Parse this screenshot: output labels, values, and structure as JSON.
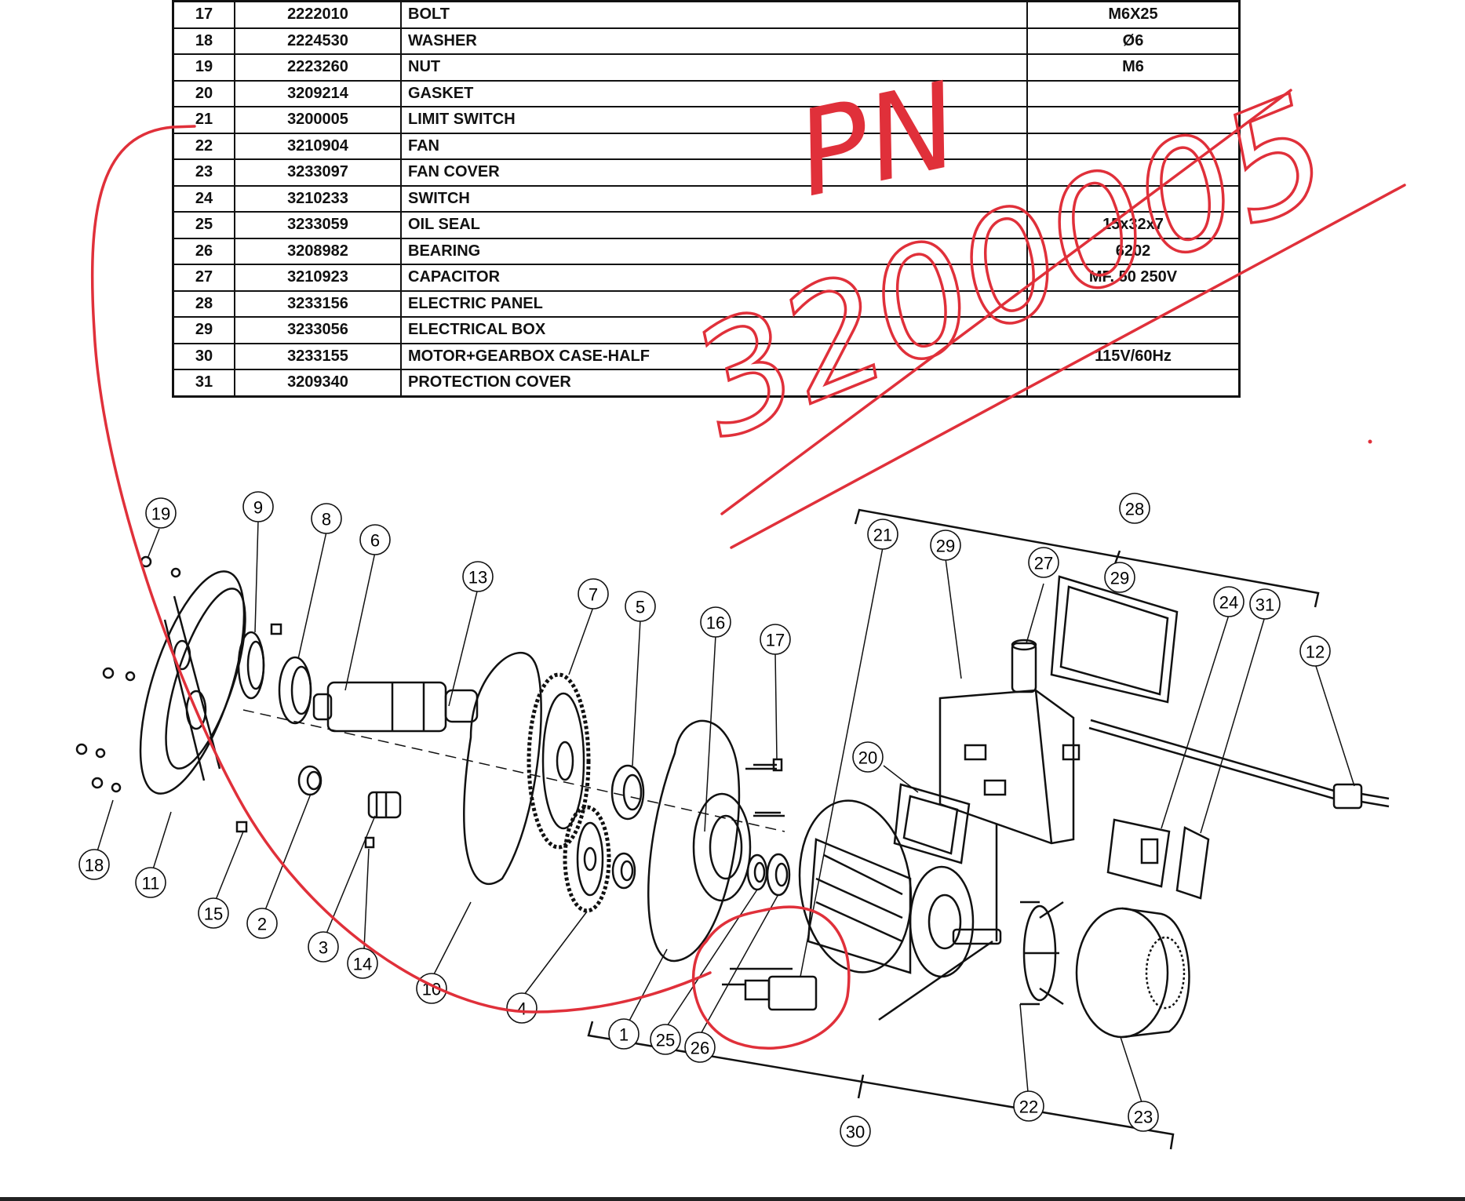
{
  "table": {
    "rows": [
      {
        "item": "17",
        "part_no": "2222010",
        "description": "BOLT",
        "spec": "M6X25"
      },
      {
        "item": "18",
        "part_no": "2224530",
        "description": "WASHER",
        "spec": "Ø6"
      },
      {
        "item": "19",
        "part_no": "2223260",
        "description": "NUT",
        "spec": "M6"
      },
      {
        "item": "20",
        "part_no": "3209214",
        "description": "GASKET",
        "spec": ""
      },
      {
        "item": "21",
        "part_no": "3200005",
        "description": "LIMIT SWITCH",
        "spec": ""
      },
      {
        "item": "22",
        "part_no": "3210904",
        "description": "FAN",
        "spec": ""
      },
      {
        "item": "23",
        "part_no": "3233097",
        "description": "FAN COVER",
        "spec": ""
      },
      {
        "item": "24",
        "part_no": "3210233",
        "description": "SWITCH",
        "spec": ""
      },
      {
        "item": "25",
        "part_no": "3233059",
        "description": "OIL SEAL",
        "spec": "15x32x7"
      },
      {
        "item": "26",
        "part_no": "3208982",
        "description": "BEARING",
        "spec": "6202"
      },
      {
        "item": "27",
        "part_no": "3210923",
        "description": "CAPACITOR",
        "spec": "MF. 50 250V"
      },
      {
        "item": "28",
        "part_no": "3233156",
        "description": "ELECTRIC PANEL",
        "spec": ""
      },
      {
        "item": "29",
        "part_no": "3233056",
        "description": "ELECTRICAL BOX",
        "spec": ""
      },
      {
        "item": "30",
        "part_no": "3233155",
        "description": "MOTOR+GEARBOX CASE-HALF",
        "spec": "115V/60Hz"
      },
      {
        "item": "31",
        "part_no": "3209340",
        "description": "PROTECTION COVER",
        "spec": ""
      }
    ]
  },
  "callouts": [
    "19",
    "9",
    "8",
    "6",
    "13",
    "7",
    "5",
    "16",
    "17",
    "21",
    "29",
    "28",
    "27",
    "29",
    "24",
    "31",
    "12",
    "20",
    "18",
    "11",
    "15",
    "2",
    "3",
    "14",
    "10",
    "4",
    "1",
    "25",
    "26",
    "22",
    "23",
    "30"
  ],
  "handwriting": {
    "line1": "PN",
    "line2": "3200005"
  },
  "colors": {
    "ink": "#111111",
    "annotation": "#e0303a",
    "background": "#ffffff"
  }
}
